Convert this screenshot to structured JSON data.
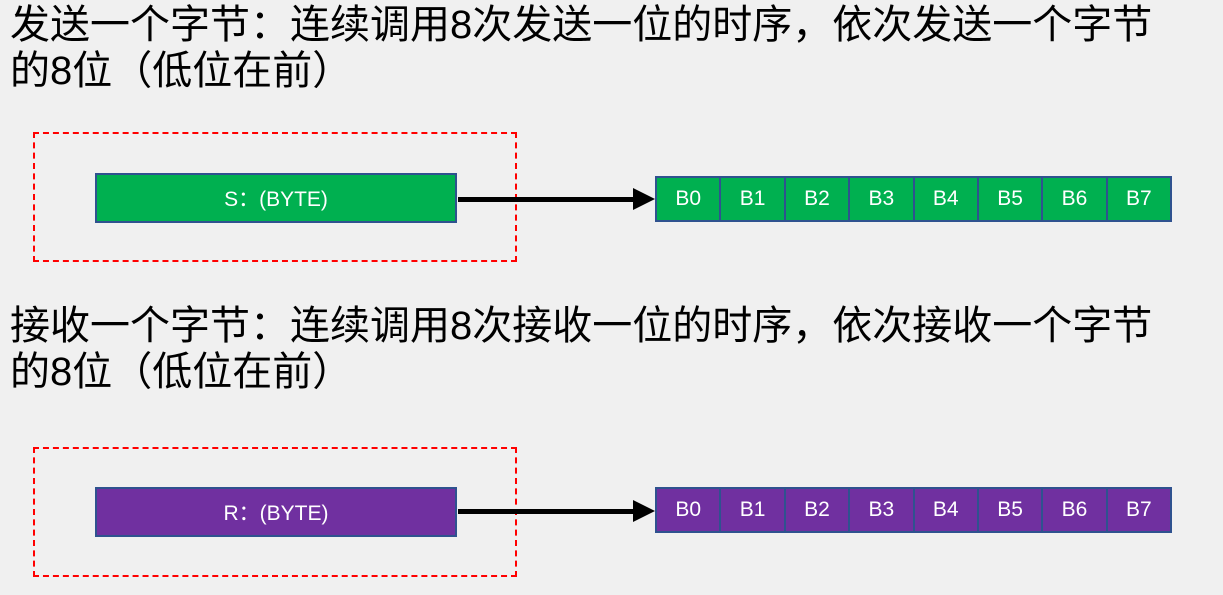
{
  "colors": {
    "background": "#F0F0F0",
    "text": "#000000",
    "green": "#00B050",
    "purple": "#7030A0",
    "cell-border": "#2F528F",
    "frame-red": "#FF0000",
    "arrow": "#000000",
    "label-text": "#FFFFFF"
  },
  "send": {
    "title_line1": "发送一个字节：连续调用8次发送一位的时序，依次发送一个字节",
    "title_line2": "的8位（低位在前）",
    "source_label": "S：(BYTE)",
    "bits": [
      "B0",
      "B1",
      "B2",
      "B3",
      "B4",
      "B5",
      "B6",
      "B7"
    ]
  },
  "receive": {
    "title_line1": "接收一个字节：连续调用8次接收一位的时序，依次接收一个字节",
    "title_line2": "的8位（低位在前）",
    "source_label": "R：(BYTE)",
    "bits": [
      "B0",
      "B1",
      "B2",
      "B3",
      "B4",
      "B5",
      "B6",
      "B7"
    ]
  }
}
